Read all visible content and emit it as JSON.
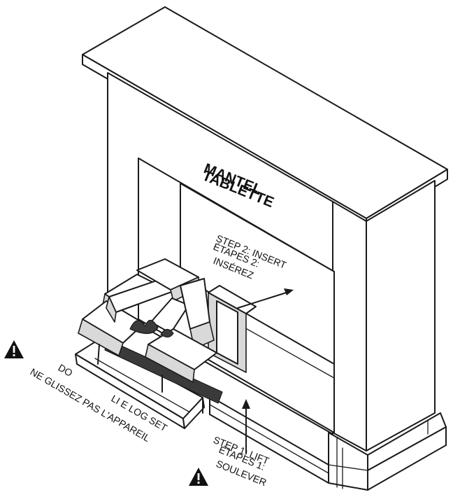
{
  "labels": {
    "mantel_en": "MANTEL",
    "mantel_fr": "TABLETTE",
    "step2_en": "STEP 2: INSERT",
    "step2_fr_line1": "ÉTAPES 2:",
    "step2_fr_line2": "INSÉREZ",
    "step1_en": "STEP 1: LIFT",
    "step1_fr_line1": "ÉTAPES 1:",
    "step1_fr_line2": "SOULEVER",
    "warn_en_line1": "DO",
    "warn_en_line2": "LI   E LOG SET",
    "warn_fr": "NE GLISSEZ PAS L'APPAREIL"
  },
  "icons": [
    "warning-triangle-icon",
    "warning-triangle-icon"
  ],
  "colors": {
    "line": "#1a1a1a",
    "background": "#ffffff",
    "shade": "#d9d9d9"
  }
}
